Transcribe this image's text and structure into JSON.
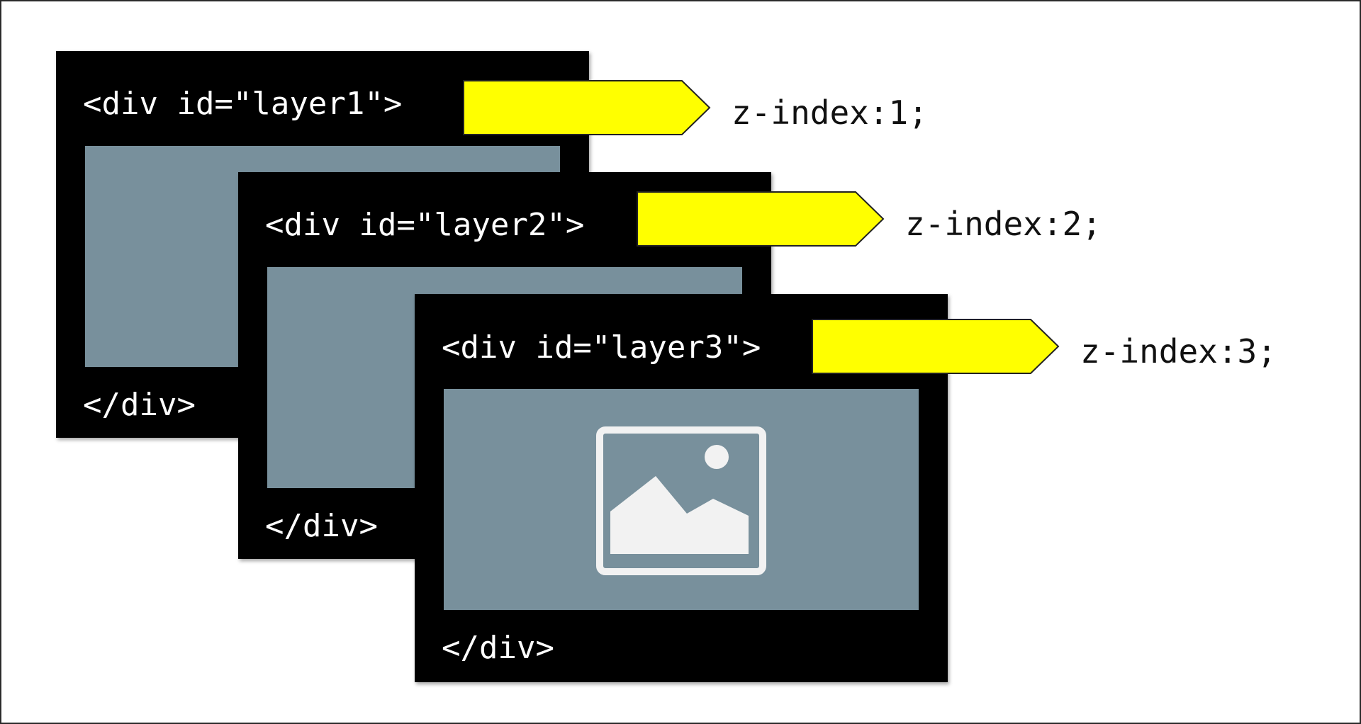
{
  "layers": [
    {
      "open_tag": "<div id=\"layer1\">",
      "close_tag": "</div>",
      "z_label": "z-index:1;"
    },
    {
      "open_tag": "<div id=\"layer2\">",
      "close_tag": "</div>",
      "z_label": "z-index:2;"
    },
    {
      "open_tag": "<div id=\"layer3\">",
      "close_tag": "</div>",
      "z_label": "z-index:3;"
    }
  ],
  "colors": {
    "layer_bg": "#000000",
    "content_fill": "#78909c",
    "arrow_fill": "#ffff00",
    "icon_fill": "#f2f2f2"
  },
  "icons": {
    "placeholder": "image-placeholder-icon"
  }
}
